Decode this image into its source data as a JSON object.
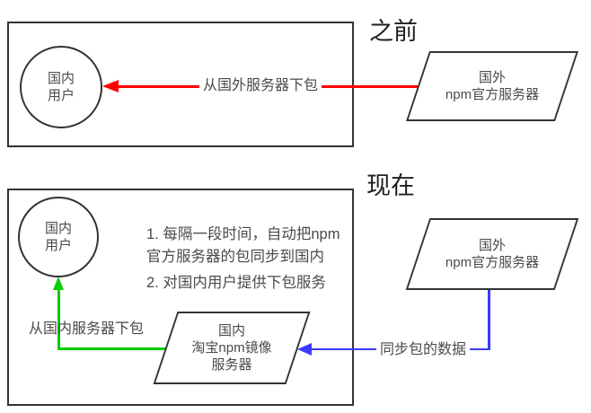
{
  "diagram": {
    "before": {
      "title": "之前",
      "user_node": "国内\n用户",
      "foreign_server_node": "国外\nnpm官方服务器",
      "download_label": "从国外服务器下包"
    },
    "now": {
      "title": "现在",
      "user_node": "国内\n用户",
      "mirror_node": "国内\n淘宝npm镜像\n服务器",
      "foreign_server_node": "国外\nnpm官方服务器",
      "download_label": "从国内服务器下包",
      "sync_label": "同步包的数据",
      "note_1": "1. 每隔一段时间，自动把npm\n官方服务器的包同步到国内",
      "note_2": "2. 对国内用户提供下包服务"
    },
    "colors": {
      "before_download_arrow": "#ff0000",
      "now_download_arrow": "#00cc00",
      "sync_arrow": "#3a3aff",
      "shape_stroke": "#333333"
    }
  }
}
